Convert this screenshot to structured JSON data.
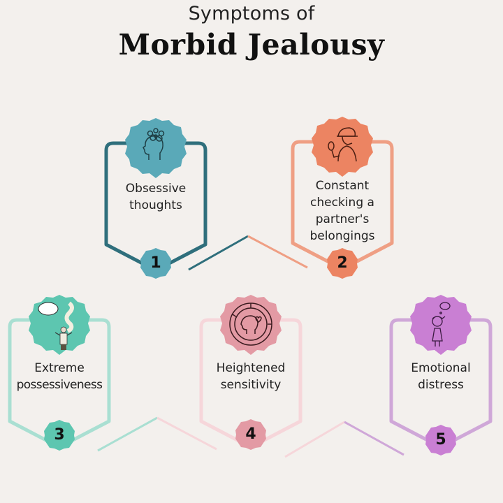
{
  "header": {
    "subtitle": "Symptoms of",
    "title": "Morbid Jealousy"
  },
  "colors": {
    "background": "#f3f0ed",
    "card1": "#2f6f7c",
    "card1_badge": "#5aa9b8",
    "card2": "#ef9f84",
    "card2_badge": "#ec8462",
    "card3": "#a9dfd2",
    "card3_badge": "#5dc6b0",
    "card4": "#f6d6da",
    "card4_badge": "#e39aa4",
    "card5": "#cfa7d8",
    "card5_badge": "#c97fd3"
  },
  "symptoms": [
    {
      "number": "1",
      "label_lines": [
        "Obsessive",
        "thoughts"
      ],
      "icon": "head-spiral-thoughts-icon"
    },
    {
      "number": "2",
      "label_lines": [
        "Constant",
        "checking a",
        "partner's",
        "belongings"
      ],
      "icon": "detective-magnifier-icon"
    },
    {
      "number": "3",
      "label_lines": [
        "Extreme",
        "possessiveness"
      ],
      "icon": "person-thought-bubble-icon"
    },
    {
      "number": "4",
      "label_lines": [
        "Heightened",
        "sensitivity"
      ],
      "icon": "head-maze-icon"
    },
    {
      "number": "5",
      "label_lines": [
        "Emotional",
        "distress"
      ],
      "icon": "sad-girl-icon"
    }
  ]
}
